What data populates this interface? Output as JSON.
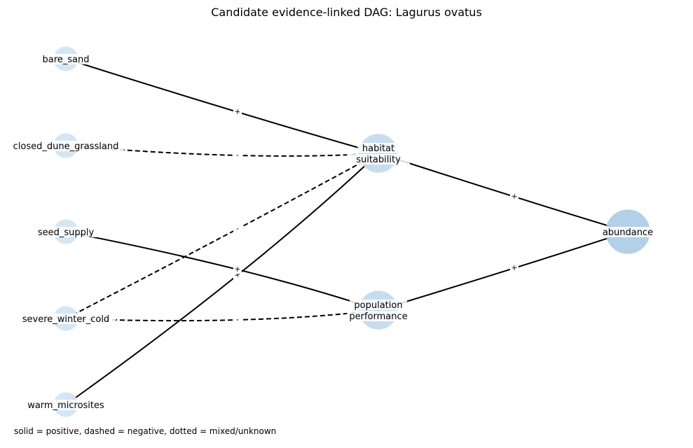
{
  "title": "Candidate evidence-linked DAG: Lagurus ovatus",
  "caption": "solid = positive, dashed = negative, dotted = mixed/unknown",
  "colors": {
    "input_node": "#d3e5f2",
    "mid_node": "#c3dbee",
    "output_node": "#aecde6",
    "edge": "#000000"
  },
  "nodes": [
    {
      "id": "bare_sand",
      "lines": [
        "bare_sand"
      ],
      "kind": "input"
    },
    {
      "id": "closed_dune_grassland",
      "lines": [
        "closed_dune_grassland"
      ],
      "kind": "input"
    },
    {
      "id": "seed_supply",
      "lines": [
        "seed_supply"
      ],
      "kind": "input"
    },
    {
      "id": "severe_winter_cold",
      "lines": [
        "severe_winter_cold"
      ],
      "kind": "input"
    },
    {
      "id": "warm_microsites",
      "lines": [
        "warm_microsites"
      ],
      "kind": "input"
    },
    {
      "id": "habitat_suitability",
      "lines": [
        "habitat",
        "suitability"
      ],
      "kind": "mid"
    },
    {
      "id": "population_performance",
      "lines": [
        "population",
        "performance"
      ],
      "kind": "mid"
    },
    {
      "id": "abundance",
      "lines": [
        "abundance"
      ],
      "kind": "output"
    }
  ],
  "edges": [
    {
      "from": "bare_sand",
      "to": "habitat_suitability",
      "sign": "+",
      "style": "solid"
    },
    {
      "from": "closed_dune_grassland",
      "to": "habitat_suitability",
      "sign": "-",
      "style": "dashed"
    },
    {
      "from": "severe_winter_cold",
      "to": "habitat_suitability",
      "sign": "-",
      "style": "dashed"
    },
    {
      "from": "warm_microsites",
      "to": "habitat_suitability",
      "sign": "+",
      "style": "solid"
    },
    {
      "from": "seed_supply",
      "to": "population_performance",
      "sign": "+",
      "style": "solid"
    },
    {
      "from": "severe_winter_cold",
      "to": "population_performance",
      "sign": "-",
      "style": "dashed"
    },
    {
      "from": "habitat_suitability",
      "to": "abundance",
      "sign": "+",
      "style": "solid"
    },
    {
      "from": "population_performance",
      "to": "abundance",
      "sign": "+",
      "style": "solid"
    }
  ]
}
